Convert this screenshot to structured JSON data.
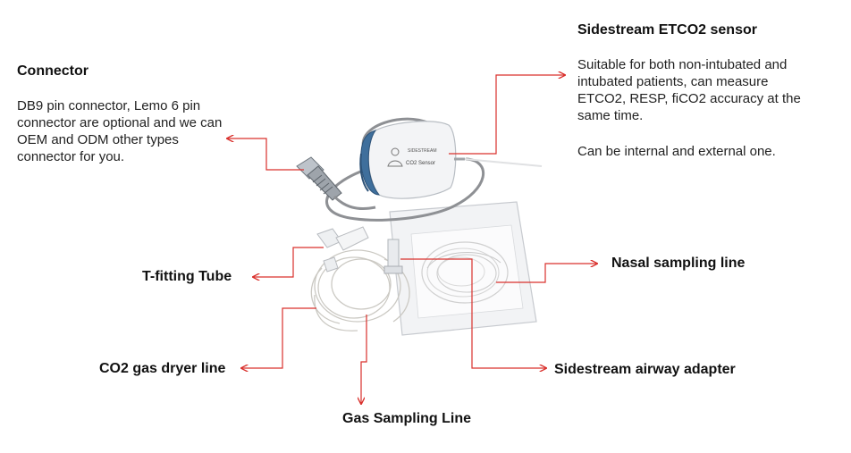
{
  "colors": {
    "leader": "#d9302c",
    "device_body": "#f3f4f6",
    "device_cap": "#3f6f9c",
    "cable": "#8e9094"
  },
  "connector": {
    "title": "Connector",
    "lines": [
      "DB9 pin connector, Lemo 6 pin",
      "connector are optional  and we can",
      "OEM and ODM other types",
      "connector for you."
    ]
  },
  "sensor": {
    "title": "Sidestream ETCO2 sensor",
    "lines": [
      "Suitable for both non-intubated  and",
      "intubated patients, can measure",
      "ETCO2, RESP, fiCO2  accuracy at the",
      "same time."
    ],
    "note": "Can be internal and external one.",
    "device_text_1": "SIDESTREAM",
    "device_text_2": "CO2 Sensor"
  },
  "labels": {
    "nasal": "Nasal sampling line",
    "tfitting": "T-fitting Tube",
    "dryer": "CO2 gas dryer line",
    "airway": "Sidestream airway adapter",
    "gas": "Gas Sampling Line"
  }
}
